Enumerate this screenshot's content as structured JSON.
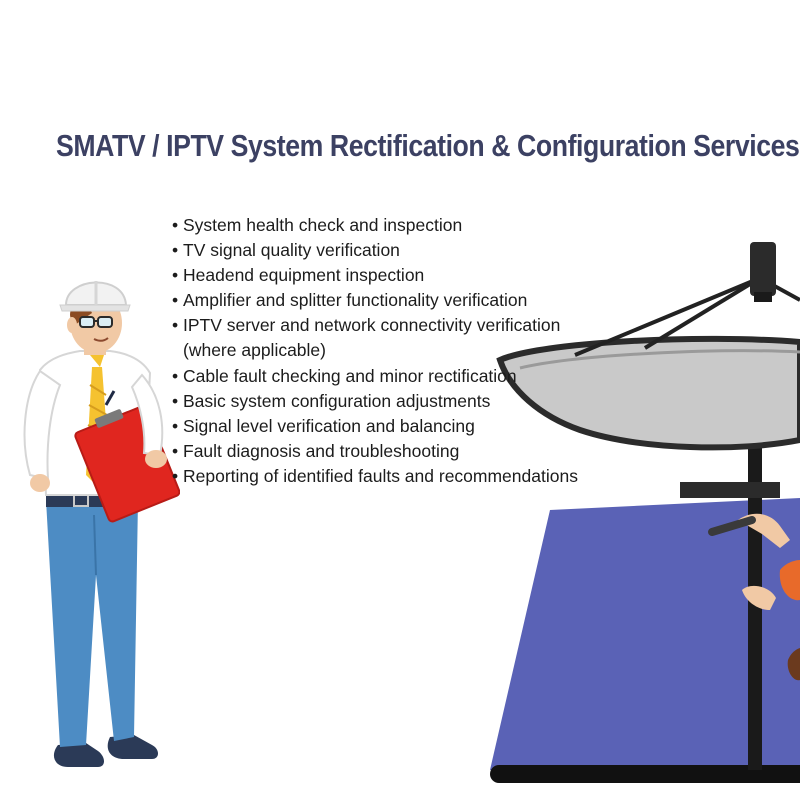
{
  "title": "SMATV / IPTV System Rectification & Configuration Services",
  "services": [
    "System health check and inspection",
    "TV signal quality verification",
    "Headend equipment inspection",
    "Amplifier and splitter functionality verification",
    "IPTV server and network connectivity verification",
    "Cable fault checking and minor rectification",
    "Basic system configuration adjustments",
    "Signal level verification and balancing",
    "Fault diagnosis and troubleshooting",
    "Reporting of identified faults and recommendations"
  ],
  "services_note": "(where applicable)",
  "colors": {
    "title": "#3c4163",
    "helmet": "#f2f2f2",
    "shirt": "#ffffff",
    "tie": "#f5c230",
    "clipboard": "#e0261f",
    "trousers": "#4d8cc4",
    "dish": "#c9c9c9",
    "panel": "#5a62b6",
    "pole": "#1a1a1a"
  },
  "illustrations": {
    "technician": "engineer-with-clipboard-illustration",
    "dish": "satellite-dish-illustration"
  }
}
